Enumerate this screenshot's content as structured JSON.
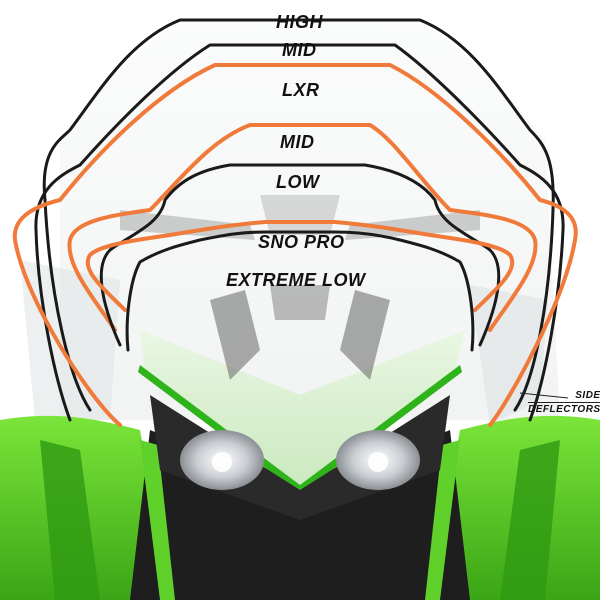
{
  "labels": {
    "high": "HIGH",
    "mid_upper": "MID",
    "lxr": "LXR",
    "mid_lower": "MID",
    "low": "LOW",
    "sno_pro": "SNO PRO",
    "extreme_low": "EXTREME LOW",
    "side_deflectors_line1": "SIDE",
    "side_deflectors_line2": "DEFLECTORS"
  },
  "colors": {
    "black_outline": "#1a1a1a",
    "orange_outline": "#f07a3a",
    "body_green": "#5fd12a",
    "body_green_dark": "#2f8f12",
    "hood_black": "#1c1c1c",
    "glass": "#e8eaea"
  }
}
